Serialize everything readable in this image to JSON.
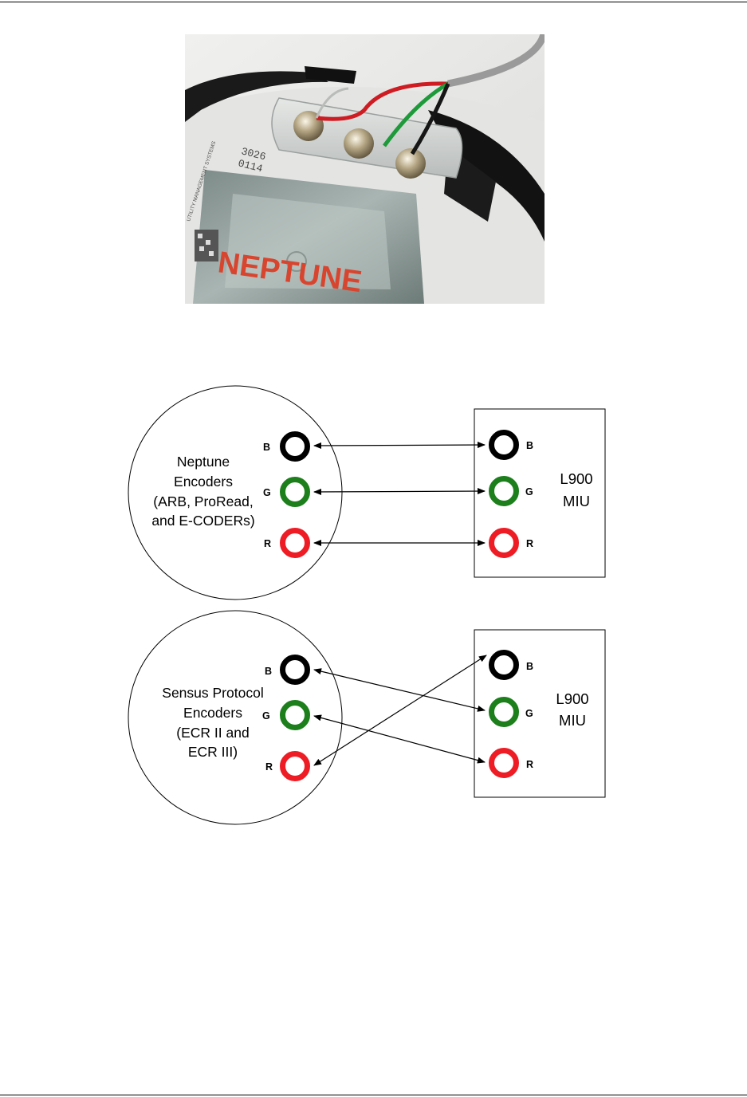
{
  "photo": {
    "meter_brand_text": "NEPTUNE",
    "label_lines": [
      "3026",
      "0114"
    ],
    "side_label": "UTILITY MANAGEMENT SYSTEMS"
  },
  "diagram_1": {
    "encoder_lines": [
      "Neptune",
      "Encoders",
      "(ARB, ProRead,",
      "and E-CODERs)"
    ],
    "miu_lines": [
      "L900",
      "MIU"
    ],
    "encoder_terminals": [
      "B",
      "G",
      "R"
    ],
    "miu_terminals": [
      "B",
      "G",
      "R"
    ],
    "connections": [
      [
        "B",
        "B"
      ],
      [
        "G",
        "G"
      ],
      [
        "R",
        "R"
      ]
    ]
  },
  "diagram_2": {
    "encoder_lines": [
      "Sensus Protocol",
      "Encoders",
      "(ECR II and",
      "ECR III)"
    ],
    "miu_lines": [
      "L900",
      "MIU"
    ],
    "encoder_terminals": [
      "B",
      "G",
      "R"
    ],
    "miu_terminals": [
      "B",
      "G",
      "R"
    ],
    "connections": [
      [
        "B",
        "G"
      ],
      [
        "G",
        "R"
      ],
      [
        "R",
        "B"
      ]
    ]
  },
  "colors": {
    "B": "#000000",
    "G": "#1c7f1c",
    "R": "#ee1c24",
    "line": "#000000"
  }
}
